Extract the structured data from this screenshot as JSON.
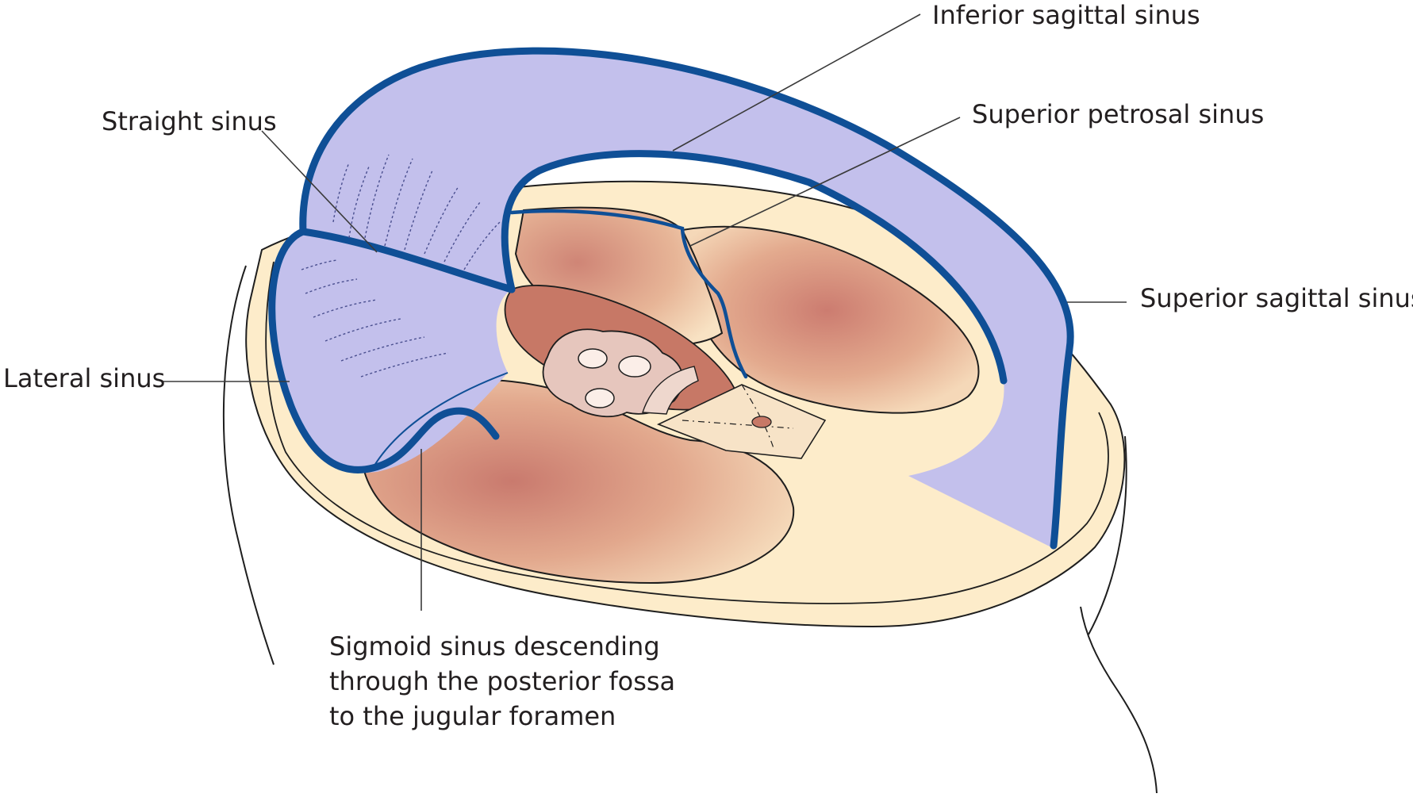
{
  "labels": {
    "inferior_sagittal_sinus": "Inferior sagittal sinus",
    "superior_petrosal_sinus": "Superior petrosal sinus",
    "straight_sinus": "Straight sinus",
    "superior_sagittal_sinus": "Superior sagittal sinus",
    "lateral_sinus": "Lateral sinus",
    "sigmoid_sinus_line1": "Sigmoid sinus descending",
    "sigmoid_sinus_line2": "through the posterior fossa",
    "sigmoid_sinus_line3": "to the jugular foramen"
  },
  "colors": {
    "sinus_wall": "#0f4f96",
    "dura_fill": "#c3c0ec",
    "cranial_base": "#fdecca",
    "fossa": "#d8927f",
    "sella": "#e6c6bd"
  }
}
